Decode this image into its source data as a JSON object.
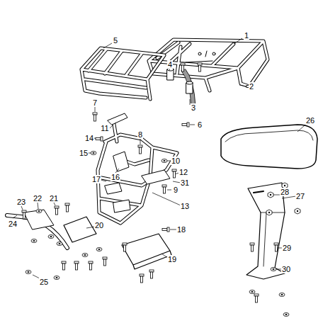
{
  "diagram": {
    "labels": [
      "1",
      "2",
      "3",
      "4",
      "5",
      "6",
      "7",
      "8",
      "9",
      "10",
      "11",
      "12",
      "13",
      "14",
      "15",
      "16",
      "17",
      "18",
      "19",
      "20",
      "21",
      "22",
      "23",
      "24",
      "25",
      "26",
      "27",
      "28",
      "29",
      "30",
      "31"
    ]
  }
}
